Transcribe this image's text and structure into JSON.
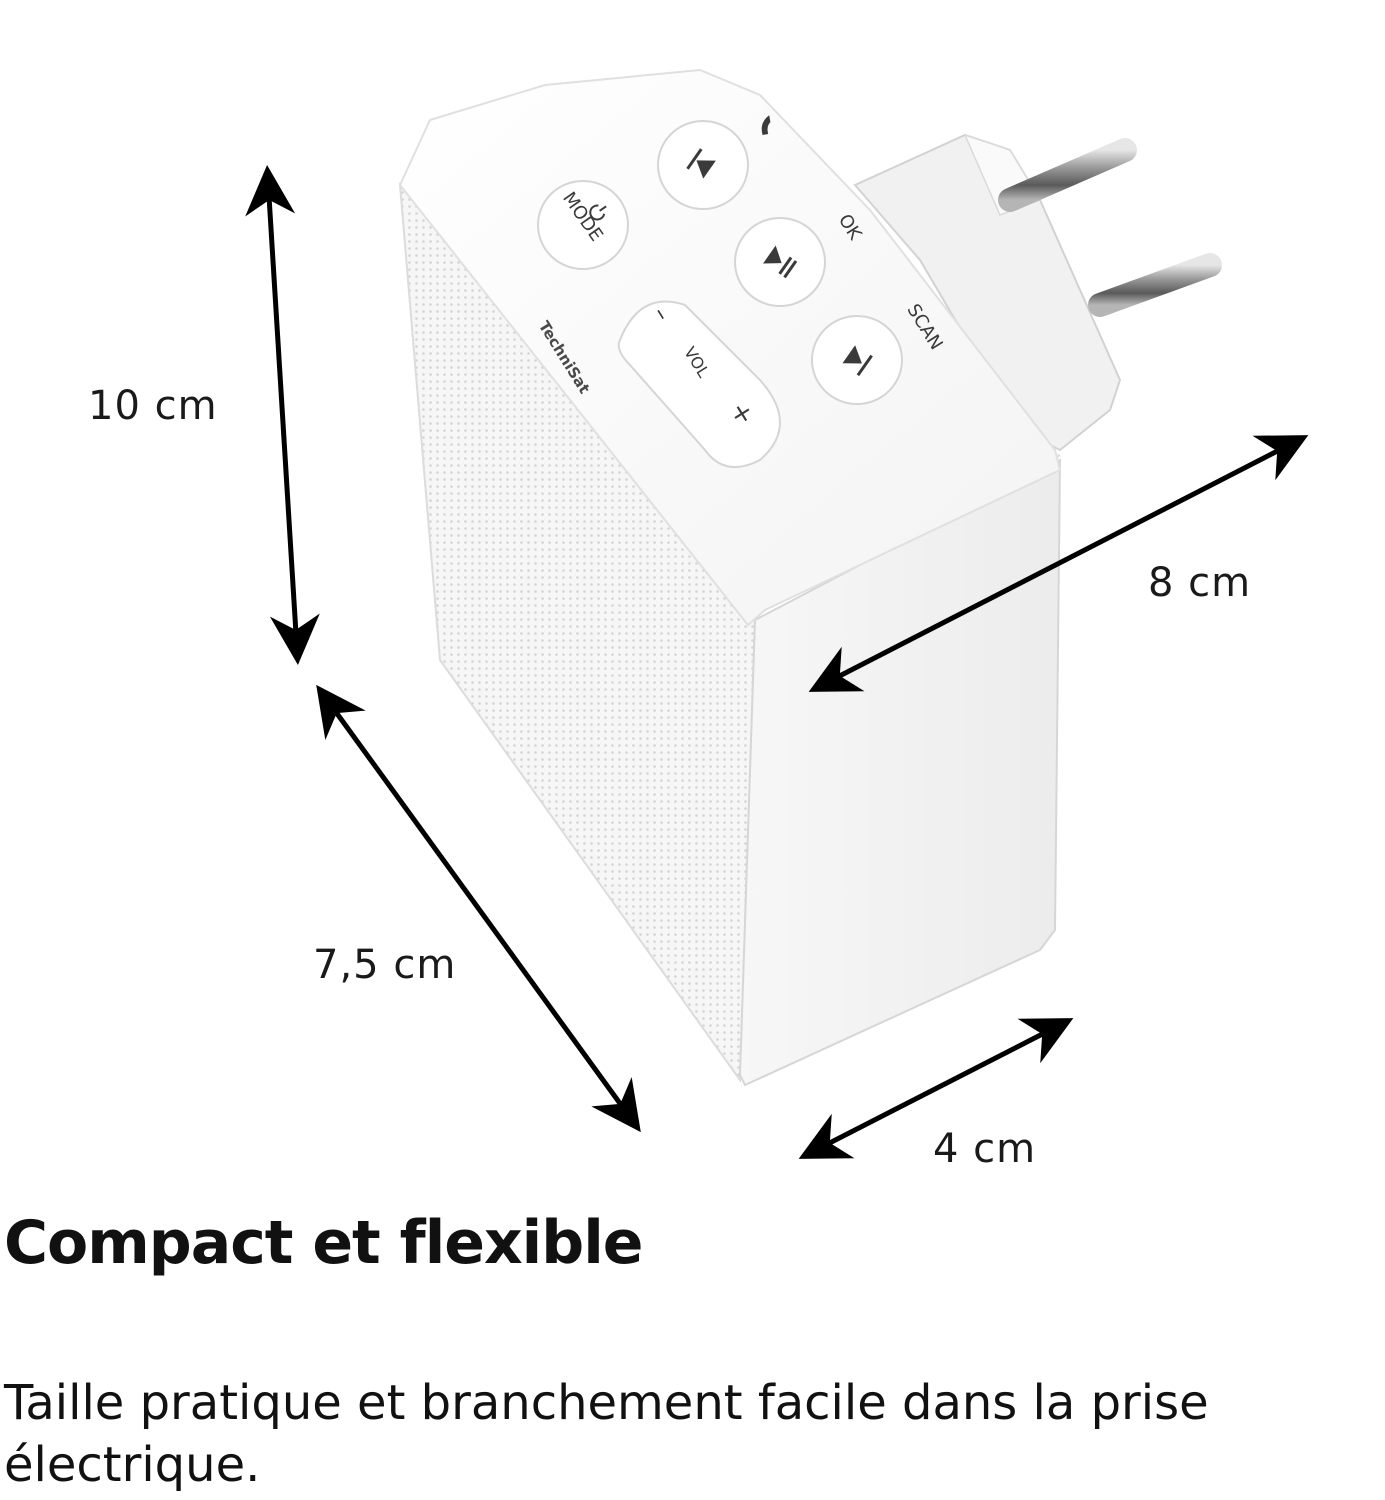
{
  "dimensions": {
    "height": "10 cm",
    "depth": "8 cm",
    "width": "7,5 cm",
    "thickness": "4 cm"
  },
  "device": {
    "brand": "TechniSat",
    "buttons": {
      "mode": "MODE",
      "vol": "VOL",
      "vol_minus": "–",
      "vol_plus": "+",
      "ok": "OK",
      "scan": "SCAN"
    },
    "color": "#ffffff",
    "icons": [
      "phone-icon",
      "power-icon",
      "skip-back-icon",
      "play-pause-icon",
      "skip-forward-icon"
    ]
  },
  "arrow_color": "#000000",
  "headline": "Compact et flexible",
  "description": "Taille pratique et branchement facile dans la prise électrique."
}
